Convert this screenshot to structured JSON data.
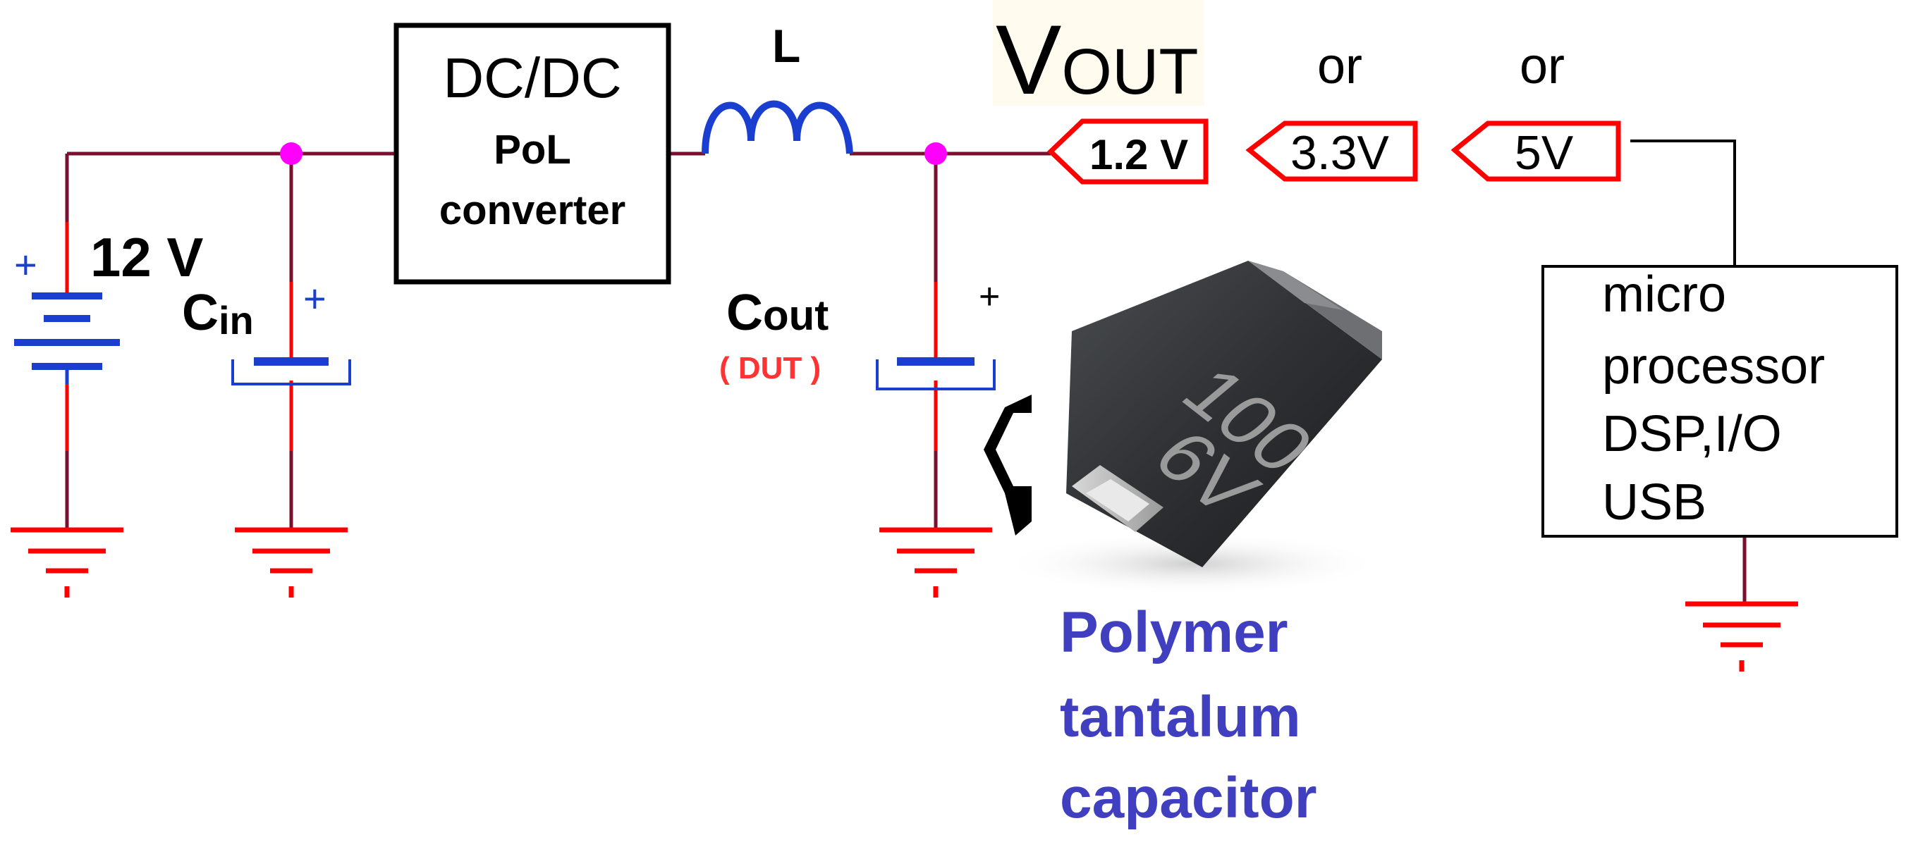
{
  "battery": {
    "voltage": "12 V",
    "plus": "+"
  },
  "cin": {
    "main": "C",
    "sub": "in",
    "plus": "+"
  },
  "converter": {
    "line1": "DC/DC",
    "line2": "PoL",
    "line3": "converter"
  },
  "inductor": {
    "label": "L"
  },
  "vout": {
    "main": "V",
    "sub": "OUT"
  },
  "tags": {
    "v1": "1.2 V",
    "v2": "3.3V",
    "v3": "5V"
  },
  "or_labels": {
    "or1": "or",
    "or2": "or"
  },
  "cout": {
    "main": "C",
    "sub": "out",
    "dut": "( DUT )",
    "plus": "+"
  },
  "package": {
    "value": "100",
    "voltage": "6V"
  },
  "caption": {
    "line1": "Polymer",
    "line2": "tantalum",
    "line3": "capacitor"
  },
  "load": {
    "line1": "micro",
    "line2": "processor",
    "line3": "DSP,I/O",
    "line4": "USB"
  },
  "colors": {
    "wire": "#7a1030",
    "lead": "#ff0000",
    "component": "#1a3fd0",
    "junction": "#ff00ff",
    "caption": "#3f3fbf",
    "dut": "#ff3333"
  }
}
